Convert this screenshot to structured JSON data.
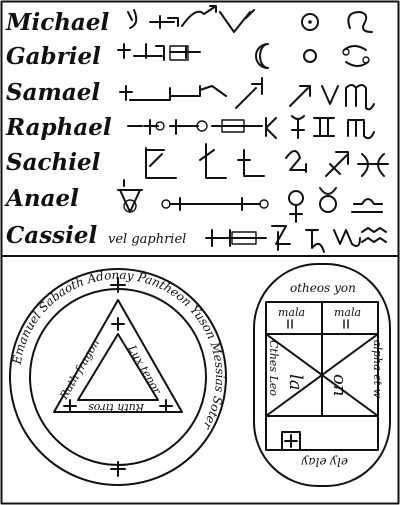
{
  "angels": [
    {
      "name": "Michael"
    },
    {
      "name": "Gabriel"
    },
    {
      "name": "Samael"
    },
    {
      "name": "Raphael"
    },
    {
      "name": "Sachiel"
    },
    {
      "name": "Anael"
    },
    {
      "name": "Cassiel"
    }
  ],
  "cassiel_note": "vel gaphriel",
  "round_seal": {
    "outer_ring": "Emanuel Sabaoth Adonay Pantheon Yuson Messias Soter",
    "triangle_text": [
      "Lux tenor",
      "Ruth fragon",
      "Ruth tiros"
    ]
  },
  "oval_seal": {
    "top": "otheos yon",
    "left_cell": "mala",
    "right_cell": "mala",
    "left_side": "Cthes Leo",
    "right_side": "alpha et w",
    "center_left": "la",
    "center_right": "on",
    "bottom": "ely elay"
  },
  "colors": {
    "ink": "#111111",
    "paper": "#ffffff"
  }
}
